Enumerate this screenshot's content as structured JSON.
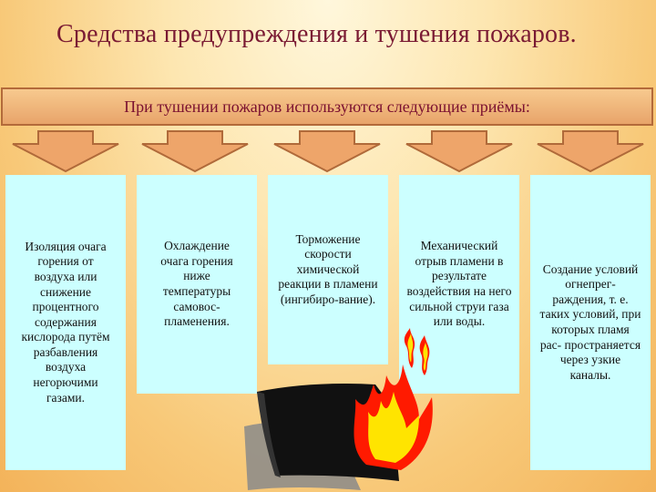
{
  "slide": {
    "title": "Средства предупреждения и тушения пожаров.",
    "banner": "При тушении пожаров используются следующие приёмы:",
    "cards": [
      {
        "text": "Изоляция очага\nгорения от\nвоздуха или\nснижение\nпроцентного\nсодержания\nкислорода путём\nразбавления\nвоздуха\nнегорючими\nгазами."
      },
      {
        "text": "Охлаждение\nочага горения\nниже\nтемпературы\nсамовос-\nпламенения."
      },
      {
        "text": "Торможение\nскорости\nхимической\nреакции в пламени\n(ингибиро-вание)."
      },
      {
        "text": "Механический\nотрыв пламени в\nрезультате\nвоздействия на него\nсильной струи газа\nили воды."
      },
      {
        "text": "Создание условий\nогнепрег-\nраждения,    т. е.\nтаких условий, при\nкоторых пламя\nрас- пространяется\nчерез узкие\nканалы."
      }
    ]
  },
  "colors": {
    "title": "#7a1a33",
    "banner_text": "#7a1030",
    "card_bg": "#ccffff",
    "arrow_fill": "#eea56a",
    "flame_outer": "#ff1a00",
    "flame_inner": "#ffe400"
  },
  "icons": {
    "arrows": "down-arrow-icon",
    "fire": "fire-clipart-icon"
  }
}
